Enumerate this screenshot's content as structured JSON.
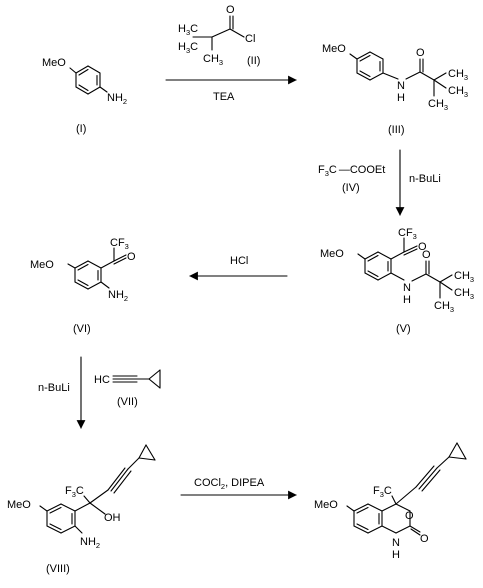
{
  "compounds": {
    "I": {
      "label": "(I)",
      "atoms": {
        "meo": "MeO",
        "nh2_n": "NH",
        "nh2_sub": "2"
      }
    },
    "II": {
      "label": "(II)",
      "atoms": {
        "h3c1": "H",
        "h3c1_sub": "3",
        "h3c1_c": "C",
        "h3c2": "H",
        "h3c2_sub": "3",
        "h3c2_c": "C",
        "ch3_c": "CH",
        "ch3_sub": "3",
        "o": "O",
        "cl": "Cl"
      }
    },
    "III": {
      "label": "(III)",
      "atoms": {
        "meo": "MeO",
        "nh": "N",
        "h": "H",
        "o": "O",
        "ch3a": "CH",
        "ch3a_sub": "3",
        "ch3b": "CH",
        "ch3b_sub": "3",
        "ch3c": "CH",
        "ch3c_sub": "3"
      }
    },
    "IV": {
      "label": "(IV)",
      "text": "F",
      "text_sub": "3",
      "text_rest": "C",
      "text_end": "COOEt"
    },
    "V": {
      "label": "(V)",
      "atoms": {
        "meo": "MeO",
        "cf3": "CF",
        "cf3_sub": "3",
        "o": "O",
        "nh": "N",
        "h": "H",
        "o2": "O",
        "ch3a": "CH",
        "ch3a_sub": "3",
        "ch3b": "CH",
        "ch3b_sub": "3",
        "ch3c": "CH",
        "ch3c_sub": "3"
      }
    },
    "VI": {
      "label": "(VI)",
      "atoms": {
        "meo": "MeO",
        "cf3": "CF",
        "cf3_sub": "3",
        "o": "O",
        "nh2": "NH",
        "nh2_sub": "2"
      }
    },
    "VII": {
      "label": "(VII)",
      "atoms": {
        "hc": "HC"
      }
    },
    "VIII": {
      "label": "(VIII)",
      "atoms": {
        "meo": "MeO",
        "f3c": "F",
        "f3c_sub": "3",
        "f3c_c": "C",
        "oh": "OH",
        "nh2": "NH",
        "nh2_sub": "2"
      }
    },
    "product": {
      "atoms": {
        "meo": "MeO",
        "f3c": "F",
        "f3c_sub": "3",
        "f3c_c": "C",
        "o_ring": "O",
        "nh": "N",
        "h": "H",
        "o_carb": "O"
      }
    }
  },
  "reagents": {
    "step1": "TEA",
    "step2": "n-BuLi",
    "step3": "HCl",
    "step4": "n-BuLi",
    "step5_a": "COCl",
    "step5_sub": "2",
    "step5_b": ", DIPEA"
  }
}
